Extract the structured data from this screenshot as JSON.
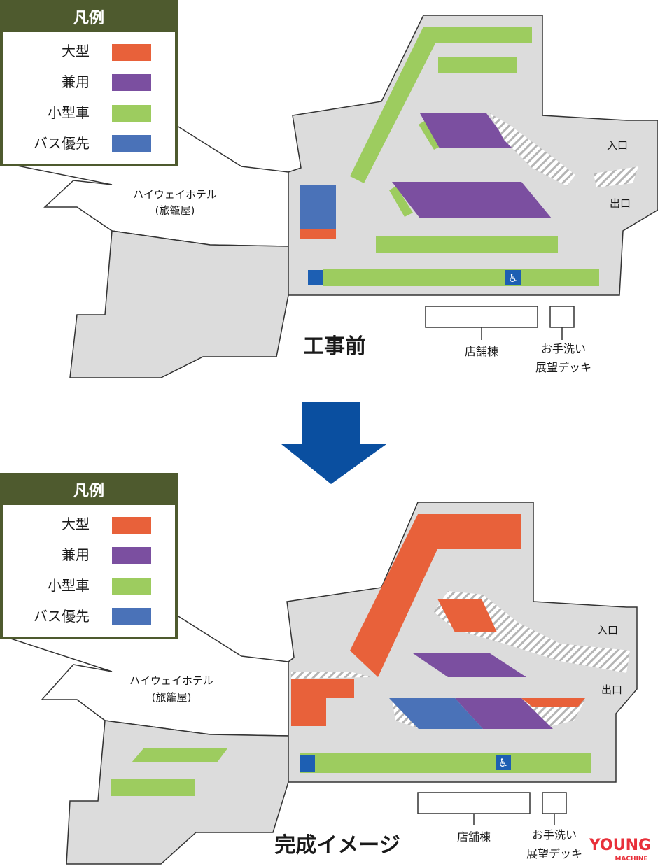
{
  "legend": {
    "title": "凡例",
    "items": [
      {
        "label": "大型",
        "color": "#e8613a"
      },
      {
        "label": "兼用",
        "color": "#7b4fa0"
      },
      {
        "label": "小型車",
        "color": "#9dcc5f"
      },
      {
        "label": "バス優先",
        "color": "#4a72b8"
      }
    ],
    "header_color": "#4e5a2e"
  },
  "colors": {
    "ground": "#dcdcdc",
    "outline": "#333333",
    "arrow": "#0a4fa0",
    "hatch": "#b5b5b5"
  },
  "before": {
    "caption": "工事前",
    "hotel_line1": "ハイウェイホテル",
    "hotel_line2": "(旅籠屋)",
    "entrance": "入口",
    "exit": "出口",
    "store": "店舗棟",
    "toilet_line1": "お手洗い",
    "toilet_line2": "展望デッキ",
    "icons": [
      "ev-quick-charger-icon",
      "wheelchair-icon"
    ]
  },
  "after": {
    "caption": "完成イメージ",
    "hotel_line1": "ハイウェイホテル",
    "hotel_line2": "(旅籠屋)",
    "entrance": "入口",
    "exit": "出口",
    "store": "店舗棟",
    "toilet_line1": "お手洗い",
    "toilet_line2": "展望デッキ",
    "icons": [
      "ev-quick-charger-icon",
      "wheelchair-icon"
    ]
  },
  "watermark": {
    "brand": "YOUNG",
    "sub": "MACHINE"
  }
}
